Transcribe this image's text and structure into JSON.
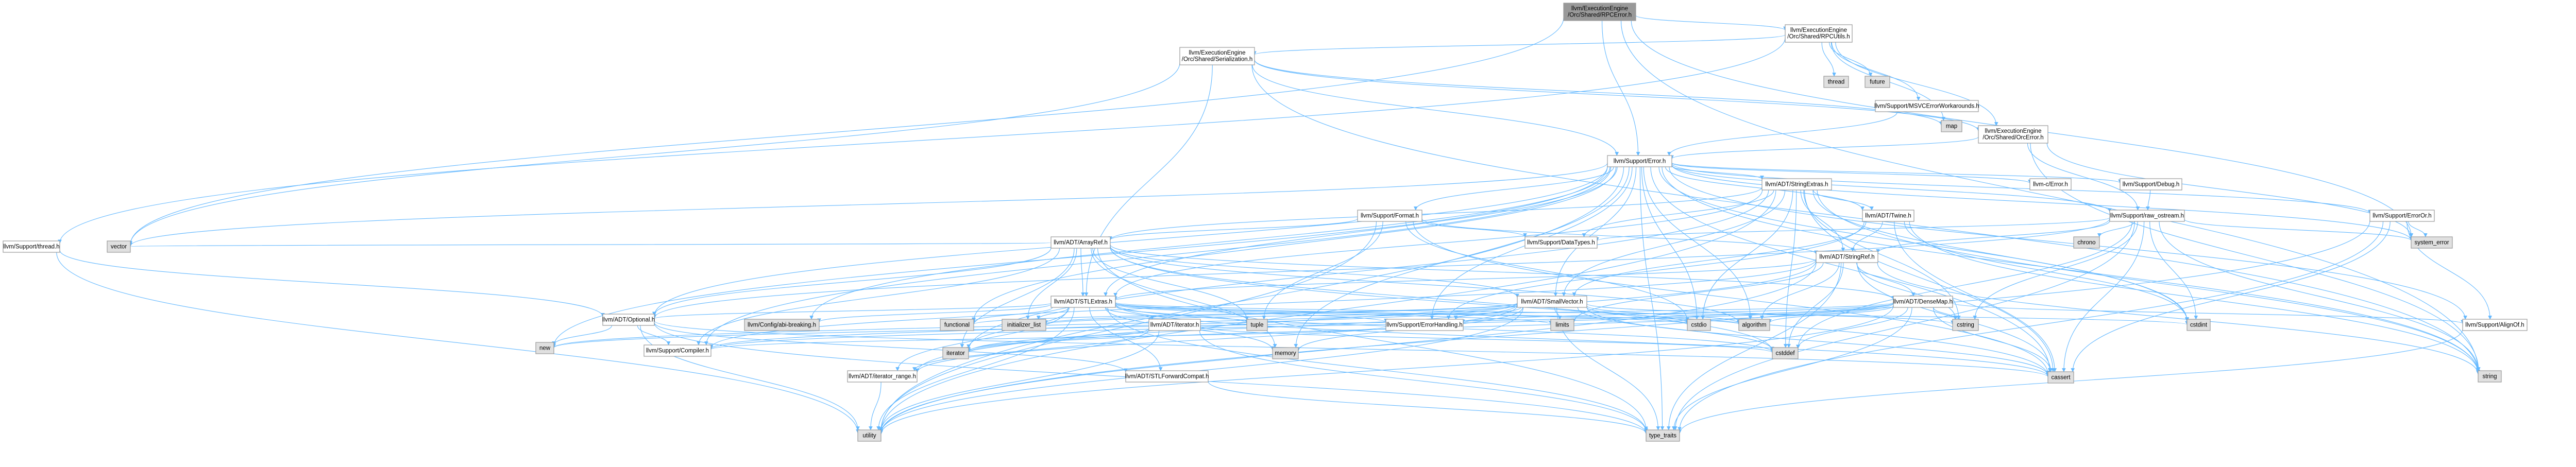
{
  "graph": {
    "colors": {
      "edge": "#63B8FF",
      "node_fill": "#FFFFFF",
      "node_border": "#999999",
      "missing_node_fill": "#E0E0E0",
      "root_fill": "#999999",
      "highlighted_border": "#FF0000"
    },
    "nodes": [
      {
        "id": "root",
        "label": [
          "llvm/ExecutionEngine",
          "/Orc/Shared/RPCError.h"
        ],
        "style": "root"
      },
      {
        "id": "rpcutils",
        "label": [
          "llvm/ExecutionEngine",
          "/Orc/Shared/RPCUtils.h"
        ],
        "style": "normal"
      },
      {
        "id": "serial",
        "label": [
          "llvm/ExecutionEngine",
          "/Orc/Shared/Serialization.h"
        ],
        "style": "highlighted"
      },
      {
        "id": "thread",
        "label": [
          "thread"
        ],
        "style": "missing"
      },
      {
        "id": "future",
        "label": [
          "future"
        ],
        "style": "missing"
      },
      {
        "id": "msvc",
        "label": [
          "llvm/Support/MSVCErrorWorkarounds.h"
        ],
        "style": "normal"
      },
      {
        "id": "map",
        "label": [
          "map"
        ],
        "style": "missing"
      },
      {
        "id": "orcerror",
        "label": [
          "llvm/ExecutionEngine",
          "/Orc/Shared/OrcError.h"
        ],
        "style": "normal"
      },
      {
        "id": "error",
        "label": [
          "llvm/Support/Error.h"
        ],
        "style": "normal"
      },
      {
        "id": "threadh",
        "label": [
          "llvm/Support/thread.h"
        ],
        "style": "highlighted"
      },
      {
        "id": "vector",
        "label": [
          "vector"
        ],
        "style": "missing"
      },
      {
        "id": "stringextras",
        "label": [
          "llvm/ADT/StringExtras.h"
        ],
        "style": "highlighted"
      },
      {
        "id": "cerrno",
        "label": [
          "llvm-c/Error.h"
        ],
        "style": "highlighted"
      },
      {
        "id": "debug",
        "label": [
          "llvm/Support/Debug.h"
        ],
        "style": "normal"
      },
      {
        "id": "erroror",
        "label": [
          "llvm/Support/ErrorOr.h"
        ],
        "style": "normal"
      },
      {
        "id": "format",
        "label": [
          "llvm/Support/Format.h"
        ],
        "style": "highlighted"
      },
      {
        "id": "twine",
        "label": [
          "llvm/ADT/Twine.h"
        ],
        "style": "normal"
      },
      {
        "id": "raw",
        "label": [
          "llvm/Support/raw_ostream.h"
        ],
        "style": "normal"
      },
      {
        "id": "chrono",
        "label": [
          "chrono"
        ],
        "style": "missing"
      },
      {
        "id": "system_error",
        "label": [
          "system_error"
        ],
        "style": "missing"
      },
      {
        "id": "arrayref",
        "label": [
          "llvm/ADT/ArrayRef.h"
        ],
        "style": "highlighted"
      },
      {
        "id": "datatypes",
        "label": [
          "llvm/Support/DataTypes.h"
        ],
        "style": "highlighted"
      },
      {
        "id": "stringref",
        "label": [
          "llvm/ADT/StringRef.h"
        ],
        "style": "normal"
      },
      {
        "id": "stlextras",
        "label": [
          "llvm/ADT/STLExtras.h"
        ],
        "style": "normal"
      },
      {
        "id": "smallvector",
        "label": [
          "llvm/ADT/SmallVector.h"
        ],
        "style": "highlighted"
      },
      {
        "id": "densemap",
        "label": [
          "llvm/ADT/DenseMap.h"
        ],
        "style": "highlighted"
      },
      {
        "id": "optional",
        "label": [
          "llvm/ADT/Optional.h"
        ],
        "style": "highlighted"
      },
      {
        "id": "configabi",
        "label": [
          "llvm/Config/abi-breaking.h"
        ],
        "style": "missing"
      },
      {
        "id": "functional",
        "label": [
          "functional"
        ],
        "style": "missing"
      },
      {
        "id": "initlist",
        "label": [
          "initializer_list"
        ],
        "style": "missing"
      },
      {
        "id": "adtiterator",
        "label": [
          "llvm/ADT/iterator.h"
        ],
        "style": "normal"
      },
      {
        "id": "tuple",
        "label": [
          "tuple"
        ],
        "style": "missing"
      },
      {
        "id": "errhandling",
        "label": [
          "llvm/Support/ErrorHandling.h"
        ],
        "style": "normal"
      },
      {
        "id": "limits",
        "label": [
          "limits"
        ],
        "style": "missing"
      },
      {
        "id": "cstdio",
        "label": [
          "cstdio"
        ],
        "style": "missing"
      },
      {
        "id": "algorithm",
        "label": [
          "algorithm"
        ],
        "style": "missing"
      },
      {
        "id": "cstring",
        "label": [
          "cstring"
        ],
        "style": "missing"
      },
      {
        "id": "cstdint",
        "label": [
          "cstdint"
        ],
        "style": "missing"
      },
      {
        "id": "alignof",
        "label": [
          "llvm/Support/AlignOf.h"
        ],
        "style": "normal"
      },
      {
        "id": "newh",
        "label": [
          "new"
        ],
        "style": "missing"
      },
      {
        "id": "compiler",
        "label": [
          "llvm/Support/Compiler.h"
        ],
        "style": "highlighted"
      },
      {
        "id": "iteratorrange",
        "label": [
          "llvm/ADT/iterator_range.h"
        ],
        "style": "normal"
      },
      {
        "id": "iteratorstd",
        "label": [
          "iterator"
        ],
        "style": "missing"
      },
      {
        "id": "memory",
        "label": [
          "memory"
        ],
        "style": "missing"
      },
      {
        "id": "stlfwd",
        "label": [
          "llvm/ADT/STLForwardCompat.h"
        ],
        "style": "normal"
      },
      {
        "id": "cstddef",
        "label": [
          "cstddef"
        ],
        "style": "missing"
      },
      {
        "id": "cassert",
        "label": [
          "cassert"
        ],
        "style": "missing"
      },
      {
        "id": "string",
        "label": [
          "string"
        ],
        "style": "missing"
      },
      {
        "id": "utility",
        "label": [
          "utility"
        ],
        "style": "missing"
      },
      {
        "id": "typetraits",
        "label": [
          "type_traits"
        ],
        "style": "missing"
      }
    ],
    "edges": [
      [
        "root",
        "rpcutils"
      ],
      [
        "root",
        "error"
      ],
      [
        "root",
        "system_error"
      ],
      [
        "root",
        "string"
      ],
      [
        "root",
        "vector"
      ],
      [
        "rpcutils",
        "serial"
      ],
      [
        "rpcutils",
        "thread"
      ],
      [
        "rpcutils",
        "future"
      ],
      [
        "rpcutils",
        "msvc"
      ],
      [
        "rpcutils",
        "map"
      ],
      [
        "rpcutils",
        "orcerror"
      ],
      [
        "rpcutils",
        "threadh"
      ],
      [
        "serial",
        "orcerror"
      ],
      [
        "serial",
        "error"
      ],
      [
        "serial",
        "map"
      ],
      [
        "serial",
        "vector"
      ],
      [
        "serial",
        "stlextras"
      ],
      [
        "serial",
        "string"
      ],
      [
        "msvc",
        "error"
      ],
      [
        "orcerror",
        "error"
      ],
      [
        "orcerror",
        "raw"
      ],
      [
        "orcerror",
        "string"
      ],
      [
        "orcerror",
        "system_error"
      ],
      [
        "error",
        "stringextras"
      ],
      [
        "error",
        "cerrno"
      ],
      [
        "error",
        "debug"
      ],
      [
        "error",
        "erroror"
      ],
      [
        "error",
        "format"
      ],
      [
        "error",
        "twine"
      ],
      [
        "error",
        "raw"
      ],
      [
        "error",
        "system_error"
      ],
      [
        "error",
        "configabi"
      ],
      [
        "error",
        "compiler"
      ],
      [
        "error",
        "errhandling"
      ],
      [
        "error",
        "alignof"
      ],
      [
        "error",
        "cassert"
      ],
      [
        "error",
        "cstdint"
      ],
      [
        "error",
        "functional"
      ],
      [
        "error",
        "memory"
      ],
      [
        "error",
        "new"
      ],
      [
        "error",
        "string"
      ],
      [
        "error",
        "typetraits"
      ],
      [
        "error",
        "utility"
      ],
      [
        "error",
        "vector"
      ],
      [
        "error",
        "algorithm"
      ],
      [
        "error",
        "cstdio"
      ],
      [
        "error",
        "stlextras"
      ],
      [
        "error",
        "smallvector"
      ],
      [
        "error",
        "optional"
      ],
      [
        "threadh",
        "optional"
      ],
      [
        "threadh",
        "utility"
      ],
      [
        "stringextras",
        "arrayref"
      ],
      [
        "stringextras",
        "smallvector"
      ],
      [
        "stringextras",
        "stringref"
      ],
      [
        "stringextras",
        "twine"
      ],
      [
        "stringextras",
        "cassert"
      ],
      [
        "stringextras",
        "cstddef"
      ],
      [
        "stringextras",
        "cstdint"
      ],
      [
        "stringextras",
        "cstdlib"
      ],
      [
        "stringextras",
        "cstring"
      ],
      [
        "stringextras",
        "iteratorstd"
      ],
      [
        "stringextras",
        "string"
      ],
      [
        "stringextras",
        "utility"
      ],
      [
        "stringextras",
        "datatypes"
      ],
      [
        "stringextras",
        "stlextras"
      ],
      [
        "debug",
        "raw"
      ],
      [
        "erroror",
        "alignof"
      ],
      [
        "erroror",
        "cassert"
      ],
      [
        "erroror",
        "system_error"
      ],
      [
        "erroror",
        "typetraits"
      ],
      [
        "erroror",
        "utility"
      ],
      [
        "format",
        "arrayref"
      ],
      [
        "format",
        "stringref"
      ],
      [
        "format",
        "datatypes"
      ],
      [
        "format",
        "cassert"
      ],
      [
        "format",
        "cstdio"
      ],
      [
        "format",
        "tuple"
      ],
      [
        "format",
        "utility"
      ],
      [
        "twine",
        "smallvector"
      ],
      [
        "twine",
        "stringref"
      ],
      [
        "twine",
        "errhandling"
      ],
      [
        "twine",
        "cassert"
      ],
      [
        "twine",
        "cstdint"
      ],
      [
        "twine",
        "string"
      ],
      [
        "raw",
        "stringref"
      ],
      [
        "raw",
        "datatypes"
      ],
      [
        "raw",
        "cassert"
      ],
      [
        "raw",
        "chrono"
      ],
      [
        "raw",
        "cstddef"
      ],
      [
        "raw",
        "cstdint"
      ],
      [
        "raw",
        "cstring"
      ],
      [
        "raw",
        "string"
      ],
      [
        "raw",
        "system_error"
      ],
      [
        "raw",
        "typetraits"
      ],
      [
        "raw",
        "optional"
      ],
      [
        "arrayref",
        "densemap"
      ],
      [
        "arrayref",
        "smallvector"
      ],
      [
        "arrayref",
        "stlextras"
      ],
      [
        "arrayref",
        "compiler"
      ],
      [
        "arrayref",
        "algorithm"
      ],
      [
        "arrayref",
        "array"
      ],
      [
        "arrayref",
        "cassert"
      ],
      [
        "arrayref",
        "cstddef"
      ],
      [
        "arrayref",
        "initlist"
      ],
      [
        "arrayref",
        "iteratorstd"
      ],
      [
        "arrayref",
        "memory"
      ],
      [
        "arrayref",
        "typetraits"
      ],
      [
        "arrayref",
        "vector"
      ],
      [
        "arrayref",
        "optional"
      ],
      [
        "stringref",
        "densemap"
      ],
      [
        "stringref",
        "stlextras"
      ],
      [
        "stringref",
        "compiler"
      ],
      [
        "stringref",
        "algorithm"
      ],
      [
        "stringref",
        "cassert"
      ],
      [
        "stringref",
        "cstddef"
      ],
      [
        "stringref",
        "cstring"
      ],
      [
        "stringref",
        "limits"
      ],
      [
        "stringref",
        "string"
      ],
      [
        "stringref",
        "typetraits"
      ],
      [
        "stringref",
        "utility"
      ],
      [
        "stringref",
        "iteratorrange"
      ],
      [
        "stlextras",
        "stlfwd"
      ],
      [
        "stlextras",
        "adtiterator"
      ],
      [
        "stlextras",
        "iteratorrange"
      ],
      [
        "stlextras",
        "errhandling"
      ],
      [
        "stlextras",
        "algorithm"
      ],
      [
        "stlextras",
        "cassert"
      ],
      [
        "stlextras",
        "cstddef"
      ],
      [
        "stlextras",
        "cstdint"
      ],
      [
        "stlextras",
        "cstdlib"
      ],
      [
        "stlextras",
        "functional"
      ],
      [
        "stlextras",
        "initlist"
      ],
      [
        "stlextras",
        "iteratorstd"
      ],
      [
        "stlextras",
        "limits"
      ],
      [
        "stlextras",
        "memory"
      ],
      [
        "stlextras",
        "tuple"
      ],
      [
        "stlextras",
        "typetraits"
      ],
      [
        "stlextras",
        "utility"
      ],
      [
        "stlextras",
        "configabi"
      ],
      [
        "stlextras",
        "optional"
      ],
      [
        "smallvector",
        "compiler"
      ],
      [
        "smallvector",
        "algorithm"
      ],
      [
        "smallvector",
        "cassert"
      ],
      [
        "smallvector",
        "cstddef"
      ],
      [
        "smallvector",
        "cstdlib"
      ],
      [
        "smallvector",
        "cstring"
      ],
      [
        "smallvector",
        "functional"
      ],
      [
        "smallvector",
        "initlist"
      ],
      [
        "smallvector",
        "iteratorstd"
      ],
      [
        "smallvector",
        "limits"
      ],
      [
        "smallvector",
        "memory"
      ],
      [
        "smallvector",
        "new"
      ],
      [
        "smallvector",
        "typetraits"
      ],
      [
        "smallvector",
        "utility"
      ],
      [
        "smallvector",
        "errhandling"
      ],
      [
        "smallvector",
        "iteratorrange"
      ],
      [
        "densemap",
        "alignof"
      ],
      [
        "densemap",
        "compiler"
      ],
      [
        "densemap",
        "algorithm"
      ],
      [
        "densemap",
        "cassert"
      ],
      [
        "densemap",
        "cstddef"
      ],
      [
        "densemap",
        "cstring"
      ],
      [
        "densemap",
        "initlist"
      ],
      [
        "densemap",
        "iteratorstd"
      ],
      [
        "densemap",
        "new"
      ],
      [
        "densemap",
        "typetraits"
      ],
      [
        "densemap",
        "utility"
      ],
      [
        "densemap",
        "errhandling"
      ],
      [
        "optional",
        "compiler"
      ],
      [
        "optional",
        "new"
      ],
      [
        "optional",
        "typetraits"
      ],
      [
        "optional",
        "utility"
      ],
      [
        "optional",
        "stlfwd"
      ],
      [
        "optional",
        "cassert"
      ],
      [
        "adtiterator",
        "iteratorrange"
      ],
      [
        "adtiterator",
        "cstddef"
      ],
      [
        "adtiterator",
        "iteratorstd"
      ],
      [
        "adtiterator",
        "typetraits"
      ],
      [
        "adtiterator",
        "utility"
      ],
      [
        "errhandling",
        "compiler"
      ],
      [
        "alignof",
        "typetraits"
      ],
      [
        "iteratorrange",
        "utility"
      ],
      [
        "stlfwd",
        "typetraits"
      ]
    ]
  }
}
